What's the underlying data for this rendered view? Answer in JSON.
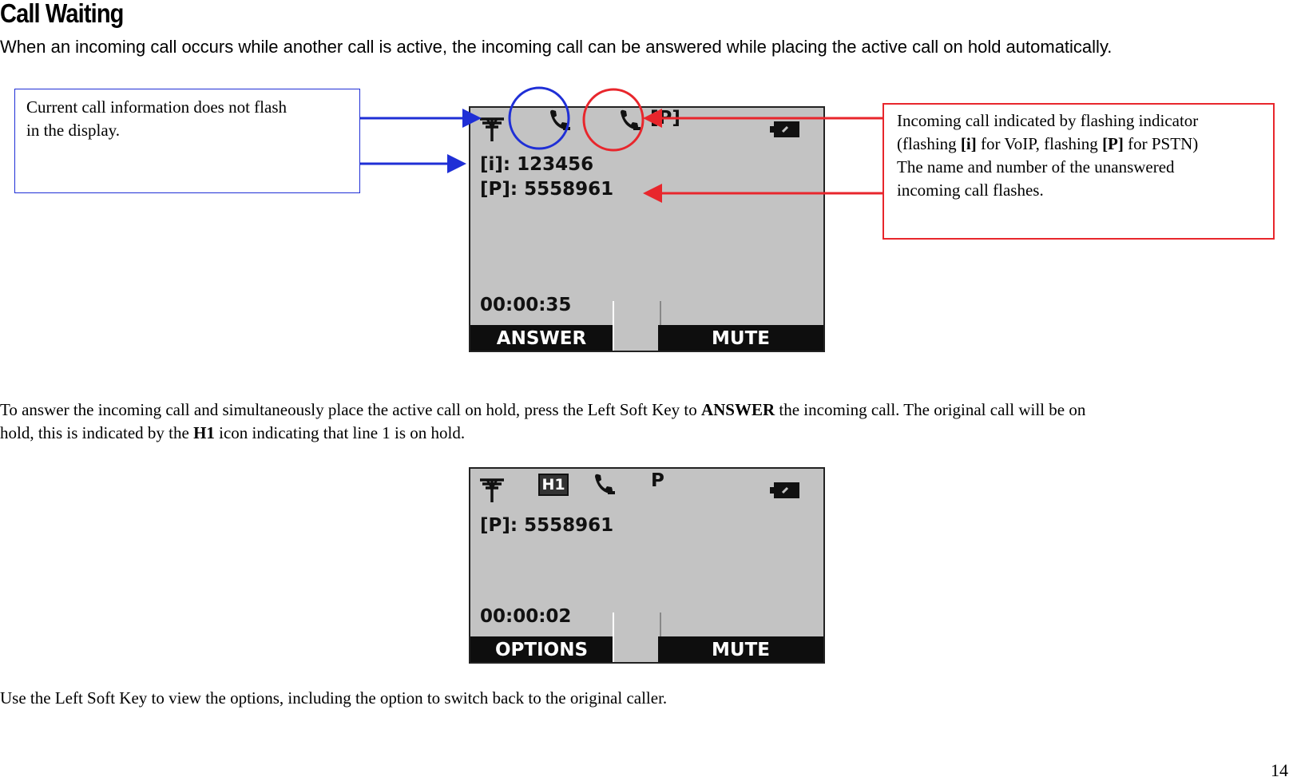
{
  "heading": "Call Waiting",
  "intro": "When an incoming call occurs while another call is active, the incoming call can be answered while placing the active call on hold automatically.",
  "callout_left": {
    "text_line1": "Current call information does not flash",
    "text_line2": "in the display.",
    "border_color": "#1f2fd6"
  },
  "callout_right": {
    "line1": "Incoming call indicated by flashing indicator",
    "line2_a": "(flashing ",
    "line2_b": "[i]",
    "line2_c": " for VoIP, flashing ",
    "line2_d": "[P]",
    "line2_e": " for PSTN)",
    "line3": "The name and number of the unanswered",
    "line4": "incoming call flashes.",
    "border_color": "#e8262c"
  },
  "screen1": {
    "icons": [
      "antenna-icon",
      "handset-icon",
      "handset-icon",
      "battery-icon"
    ],
    "indicator": "[P]",
    "line_i": "[i]: 123456",
    "line_p": "[P]: 5558961",
    "timer": "00:00:35",
    "left_softkey": "ANSWER",
    "right_softkey": "MUTE"
  },
  "paragraph2": {
    "part1": "To answer the incoming call and simultaneously place the active call on hold, press the Left Soft Key to ",
    "bold1": "ANSWER",
    "part2": " the incoming call. The original call will be on",
    "part3": "hold, this is indicated by the ",
    "bold2": "H1",
    "part4": " icon indicating that line 1 is on hold."
  },
  "screen2": {
    "icons": [
      "antenna-icon",
      "hold-icon",
      "handset-icon",
      "battery-icon"
    ],
    "hold_label": "H1",
    "line_label": "P",
    "line_p": "[P]: 5558961",
    "timer": "00:00:02",
    "left_softkey": "OPTIONS",
    "right_softkey": "MUTE"
  },
  "paragraph3": "Use the Left Soft Key to view the options, including the option to switch back to the original caller.",
  "page_number": "14"
}
